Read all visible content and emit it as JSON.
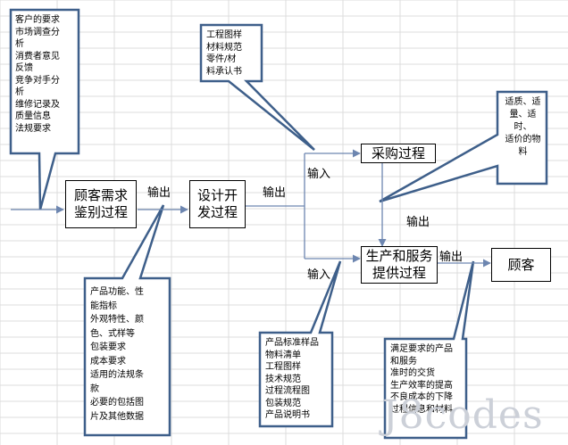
{
  "nodes": {
    "customer_req": "顾客需求\n鉴别过程",
    "design": "设计开\n发过程",
    "purchase": "采购过程",
    "production": "生产和服务\n提供过程",
    "customer": "顾客"
  },
  "notes": {
    "customer_input": "客户的要求\n市场调查分\n析\n消费者意见\n反馈\n竞争对手分\n析\n维修记录及\n质量信息\n法规要求",
    "product_spec": "产品功能、性\n能指标\n外观特性、颜\n色、式样等\n包装要求\n成本要求\n适用的法规条\n款\n必要的包括图\n片及其他数据",
    "engineering": "工程图样\n材料规范\n零件/材\n料承认书",
    "material_quality": "适质、适\n量、适时、\n适价的物\n料",
    "product_docs": "产品标准样品\n物料清单\n工程图样\n技术规范\n过程流程图\n包装规范\n产品说明书",
    "outcomes": "满足要求的产品\n和服务\n准时的交货\n生产效率的提高\n不良成本的下降\n过程信息和材料"
  },
  "labels": {
    "output1": "输出",
    "output2": "输出",
    "input_purchase": "输入",
    "input_production": "输入",
    "output_purchase": "输出",
    "output_final": "输出"
  },
  "watermark": "J8codes",
  "colors": {
    "callout_border": "#3e5f8a",
    "arrow": "#6d86b0",
    "grid": "#dcdcdc"
  }
}
